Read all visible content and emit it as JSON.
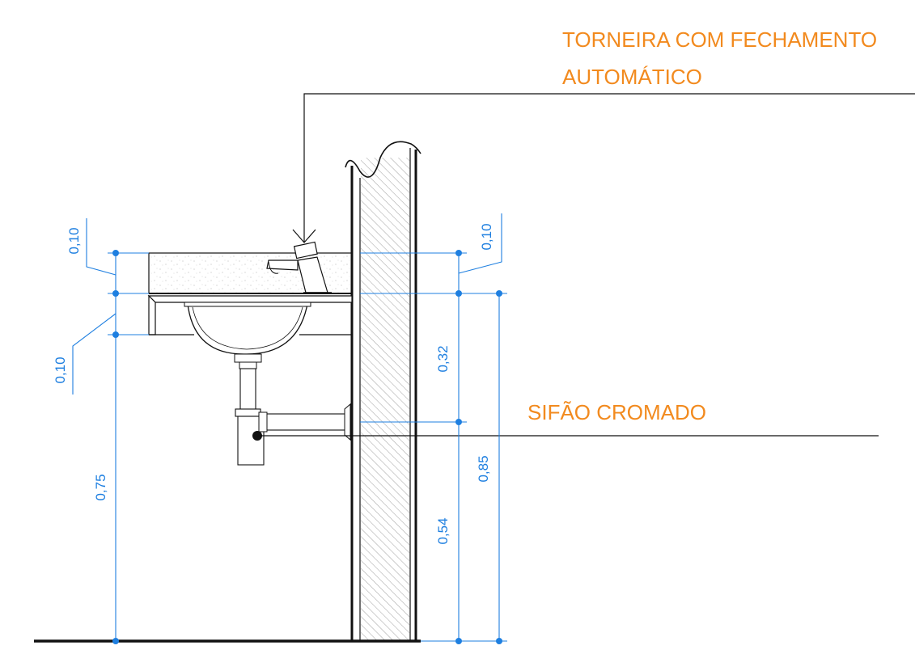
{
  "colors": {
    "callout": "#F28A1E",
    "dimension": "#1E7FE0",
    "line": "#111111",
    "hatch": "#555555"
  },
  "callouts": {
    "faucet_line1": "TORNEIRA COM FECHAMENTO",
    "faucet_line2": "AUTOMÁTICO",
    "siphon": "SIFÃO CROMADO"
  },
  "dimensions": {
    "counter_top": "0,10",
    "counter_front": "0,10",
    "faucet_height": "0,10",
    "floor_to_front": "0,75",
    "counter_to_siphon": "0,32",
    "floor_to_counter": "0,85",
    "siphon_to_floor": "0,54"
  }
}
